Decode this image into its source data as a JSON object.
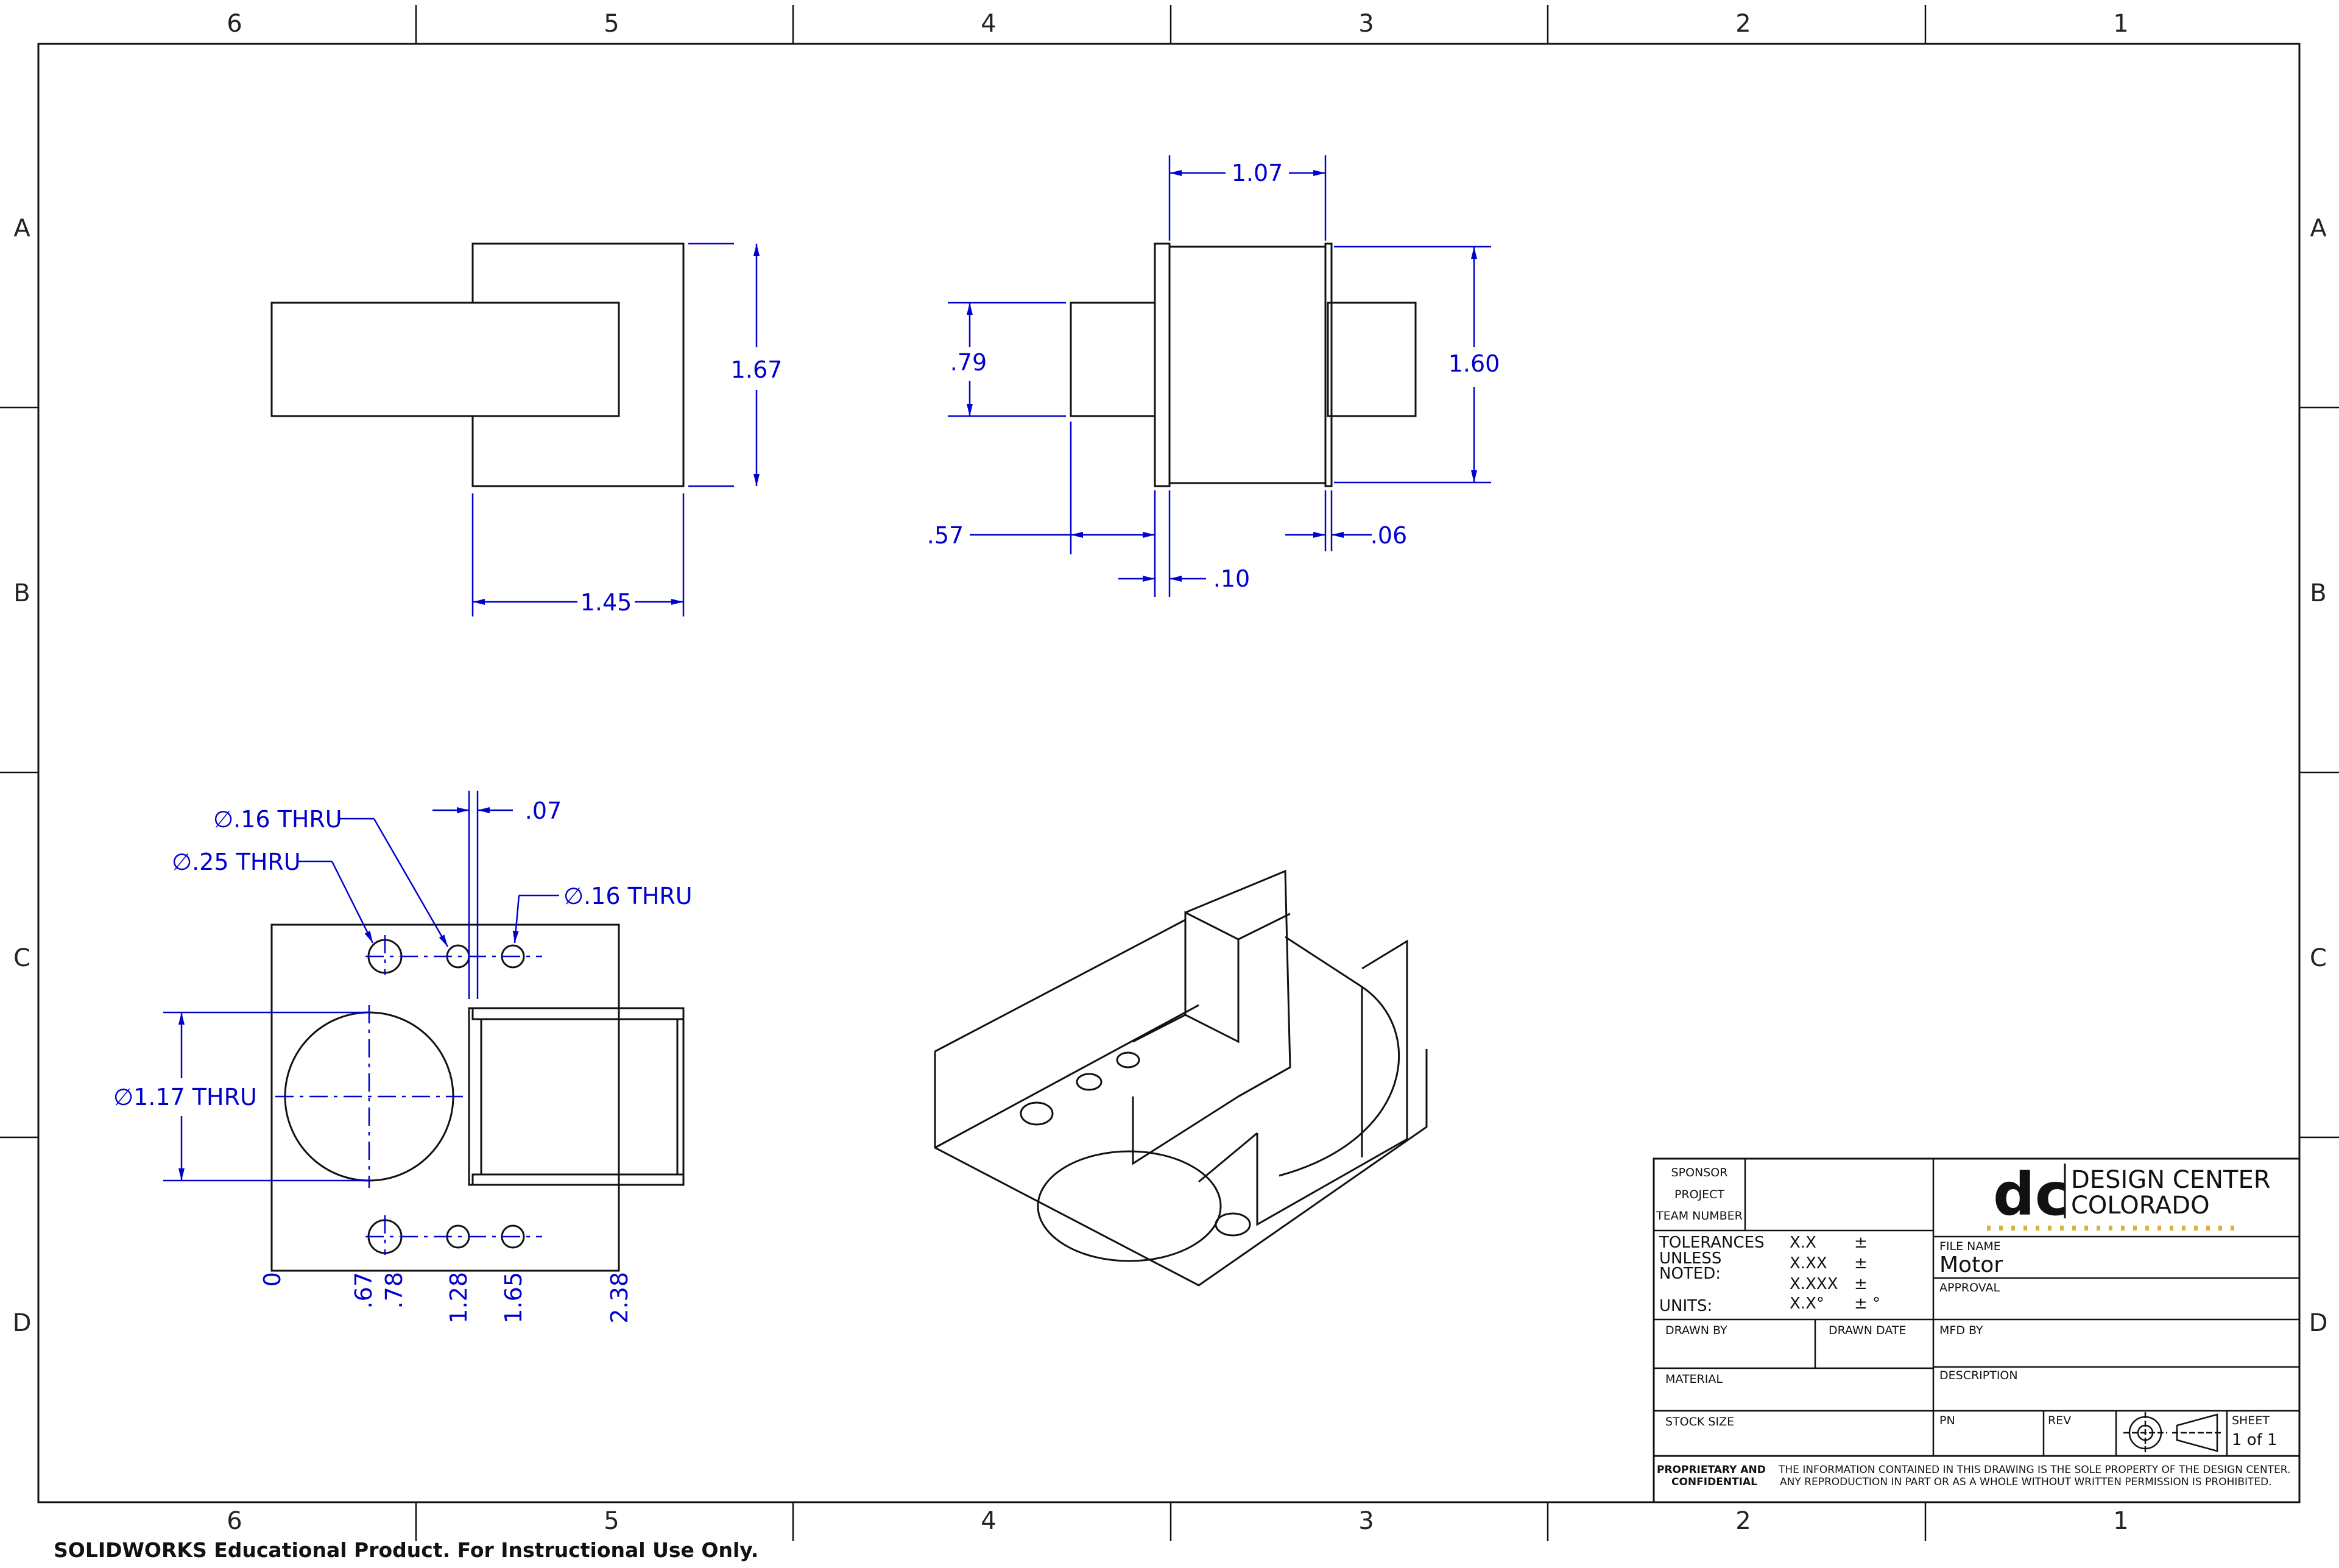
{
  "zones": {
    "columns": [
      "6",
      "5",
      "4",
      "3",
      "2",
      "1"
    ],
    "rows": [
      "A",
      "B",
      "C",
      "D"
    ]
  },
  "dimensions": {
    "view1": {
      "height": "1.67",
      "width": "1.45"
    },
    "view2": {
      "top_width": "1.07",
      "shaft_dia": ".79",
      "flange_height": "1.60",
      "shaft_len": ".57",
      "flange_thk": ".10",
      "flange_thk2": ".06"
    },
    "view3": {
      "hole1": "∅.16 THRU",
      "hole2": "∅.25 THRU",
      "hole3": "∅.16 THRU",
      "gap": ".07",
      "bore": "∅1.17 THRU",
      "ordinates": [
        "0",
        ".67",
        ".78",
        "1.28",
        "1.65",
        "2.38"
      ]
    }
  },
  "title_block": {
    "sponsor": "SPONSOR",
    "project": "PROJECT",
    "team_number": "TEAM NUMBER",
    "tolerances_label": "TOLERANCES",
    "unless_label": "UNLESS",
    "noted_label": "NOTED:",
    "units_label": "UNITS:",
    "tol_values": [
      "X.X",
      "X.XX",
      "X.XXX",
      "X.X°"
    ],
    "tol_signs": [
      "±",
      "±",
      "±",
      "± °"
    ],
    "logo_mark": "dc",
    "logo_line1": "DESIGN CENTER",
    "logo_line2": "COLORADO",
    "file_name_label": "FILE NAME",
    "file_name": "Motor",
    "approval_label": "APPROVAL",
    "drawn_by_label": "DRAWN BY",
    "drawn_date_label": "DRAWN DATE",
    "mfd_by_label": "MFD BY",
    "material_label": "MATERIAL",
    "description_label": "DESCRIPTION",
    "stock_size_label": "STOCK SIZE",
    "pn_label": "PN",
    "rev_label": "REV",
    "sheet_label": "SHEET",
    "sheet_value": "1 of 1",
    "proprietary_label1": "PROPRIETARY AND",
    "proprietary_label2": "CONFIDENTIAL",
    "proprietary_text1": "THE INFORMATION CONTAINED IN THIS DRAWING IS THE SOLE PROPERTY OF THE DESIGN CENTER.",
    "proprietary_text2": "ANY REPRODUCTION IN PART OR AS A WHOLE WITHOUT WRITTEN PERMISSION IS PROHIBITED."
  },
  "footer": "SOLIDWORKS Educational Product. For Instructional Use Only."
}
